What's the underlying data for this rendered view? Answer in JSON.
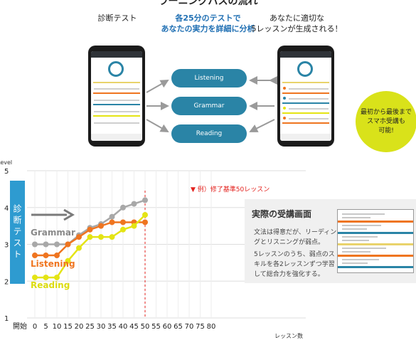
{
  "header": {
    "title": "ラーニングパスの流れ",
    "left_caption": "診断テスト",
    "center_caption_1": "各25分のテストで",
    "center_caption_2": "あなたの実力を詳細に分析",
    "right_caption_1": "あなたに適切な",
    "right_caption_2": "5レッスンが生成される！"
  },
  "skills": [
    "Listening",
    "Grammar",
    "Reading"
  ],
  "callout": {
    "line1": "最初から最後まで",
    "line2": "スマホ受講も",
    "line3": "可能!"
  },
  "diagnostic_label": "診断テスト",
  "info_panel": {
    "title": "実際の受講画面",
    "para1": "文法は得意だが、リーディングとリスニングが弱点。",
    "para2": "5レッスンのうち、弱点のスキルを各2レッスンずつ学習して総合力を強化する。"
  },
  "colors": {
    "accent_blue": "#2a84a6",
    "diag_blue": "#2e9bd0",
    "grammar": "#a8a8a8",
    "listening": "#ef7520",
    "reading": "#e4e414",
    "marker": "#e3211d"
  },
  "chart_data": {
    "type": "line",
    "ylabel": "Level",
    "xlabel": "レッスン数",
    "ylim": [
      1,
      5
    ],
    "y_ticks": [
      "1",
      "2",
      "3",
      "4",
      "5"
    ],
    "x_ticks": [
      "開始",
      "0",
      "5",
      "10",
      "15",
      "20",
      "25",
      "30",
      "35",
      "40",
      "45",
      "50",
      "55",
      "60",
      "65",
      "70",
      "75",
      "80"
    ],
    "series": [
      {
        "name": "Grammar",
        "color": "#a8a8a8",
        "x": [
          0,
          5,
          10,
          15,
          20,
          25,
          30,
          35,
          40,
          45,
          50
        ],
        "y": [
          3.0,
          3.0,
          3.0,
          3.0,
          3.25,
          3.45,
          3.55,
          3.75,
          4.0,
          4.1,
          4.2
        ]
      },
      {
        "name": "Listening",
        "color": "#ef7520",
        "x": [
          0,
          5,
          10,
          15,
          20,
          25,
          30,
          35,
          40,
          45,
          50
        ],
        "y": [
          2.7,
          2.7,
          2.7,
          3.0,
          3.2,
          3.4,
          3.5,
          3.6,
          3.6,
          3.6,
          3.6
        ]
      },
      {
        "name": "Reading",
        "color": "#e4e414",
        "x": [
          0,
          5,
          10,
          15,
          20,
          25,
          30,
          35,
          40,
          45,
          50
        ],
        "y": [
          2.1,
          2.1,
          2.1,
          2.55,
          2.9,
          3.2,
          3.2,
          3.2,
          3.4,
          3.5,
          3.8
        ]
      }
    ],
    "annotation": {
      "text": "▼ 例）修了基準50レッスン",
      "x": 50
    }
  }
}
